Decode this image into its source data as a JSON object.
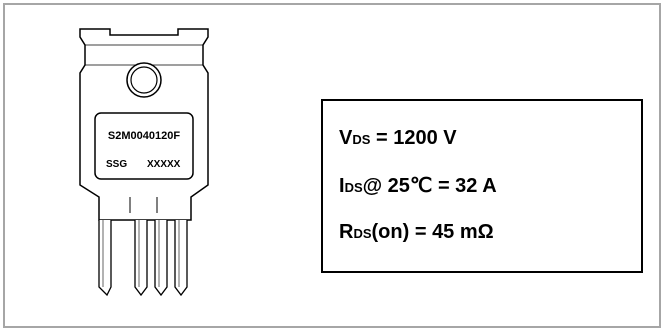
{
  "package": {
    "part_number": "S2M0040120F",
    "marking_left": "SSG",
    "marking_right": "XXXXX"
  },
  "specs": {
    "vds": {
      "symbol": "V",
      "subscript": "DS",
      "rest": " = 1200 V"
    },
    "ids": {
      "symbol": "I",
      "subscript": "DS",
      "rest": "@ 25℃ = 32 A"
    },
    "rds": {
      "symbol": "R",
      "subscript": "DS",
      "rest": "(on) =  45 mΩ"
    }
  },
  "colors": {
    "frame_border": "#a6a6a6",
    "box_border": "#000000"
  }
}
